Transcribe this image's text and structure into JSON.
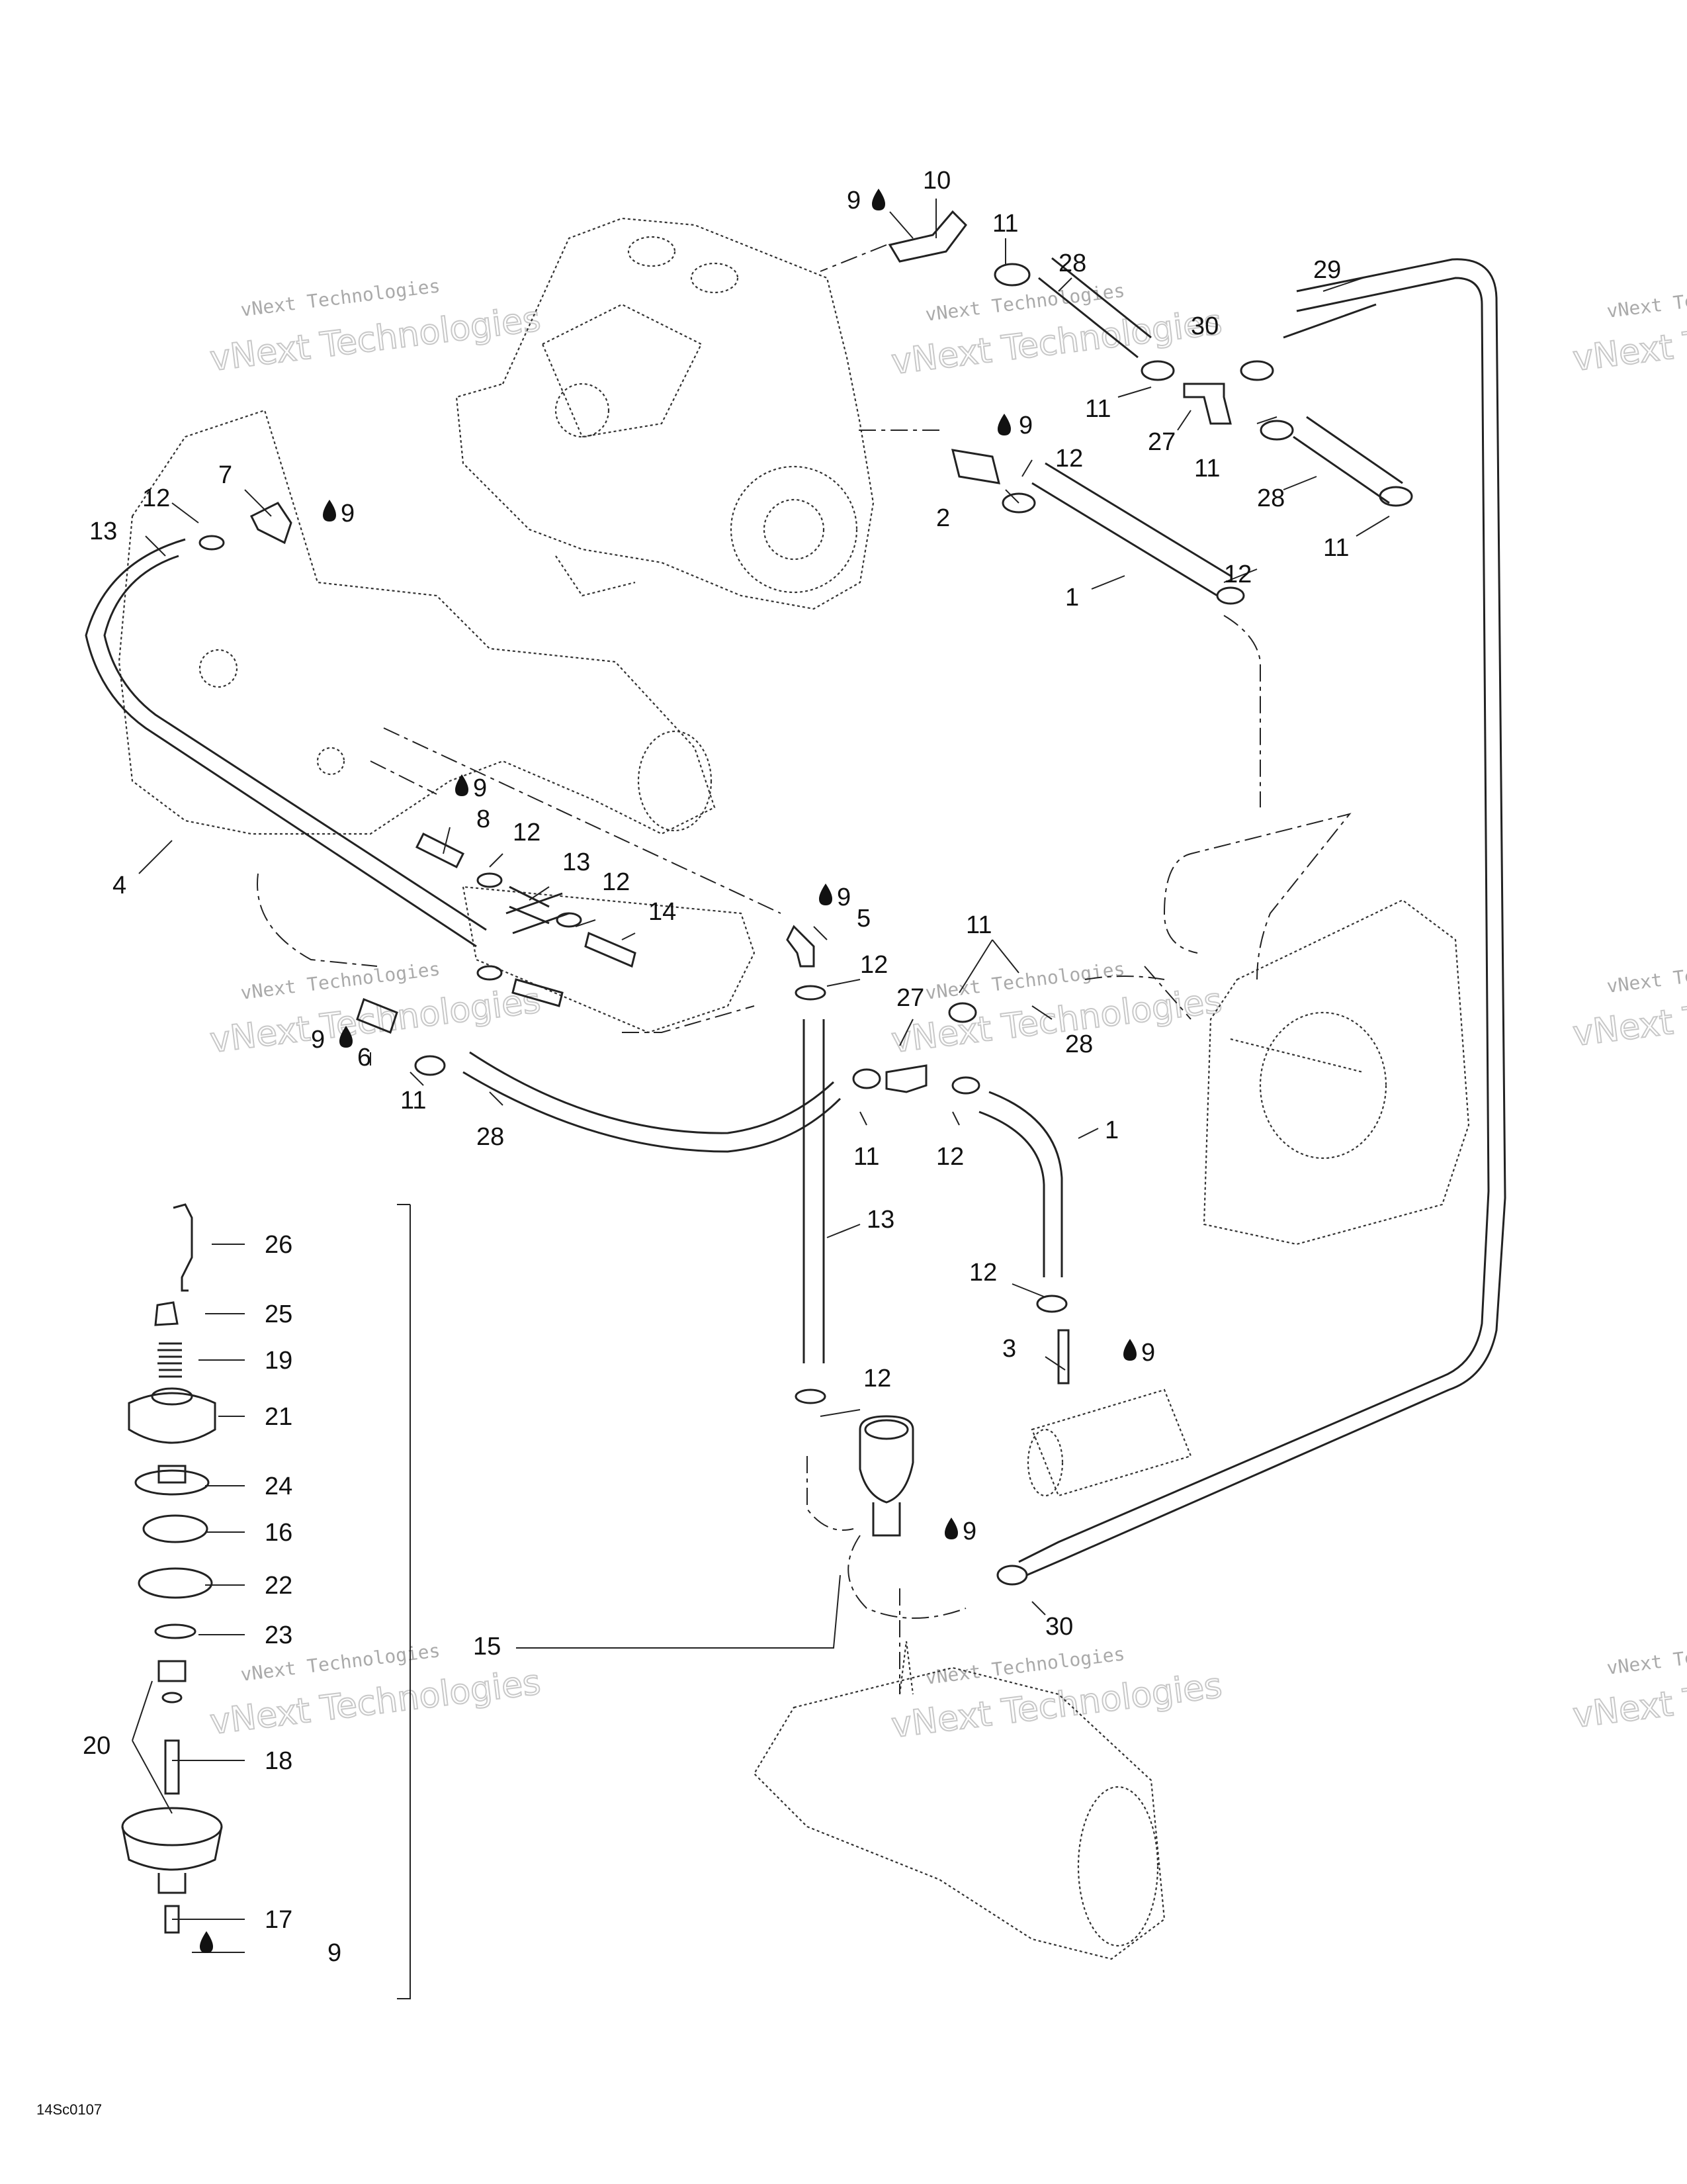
{
  "drawing_code": "14Sc0107",
  "watermark": {
    "line1": "vNext Technologies",
    "line2": "vNext Technologies"
  },
  "legend": {
    "drop_marker": "9"
  },
  "callouts": [
    {
      "id": "c-10",
      "text": "10"
    },
    {
      "id": "c-9-top",
      "text": "9"
    },
    {
      "id": "c-11-a",
      "text": "11"
    },
    {
      "id": "c-28-a",
      "text": "28"
    },
    {
      "id": "c-29",
      "text": "29"
    },
    {
      "id": "c-30-a",
      "text": "30"
    },
    {
      "id": "c-11-b",
      "text": "11"
    },
    {
      "id": "c-27-a",
      "text": "27"
    },
    {
      "id": "c-11-c",
      "text": "11"
    },
    {
      "id": "c-28-b",
      "text": "28"
    },
    {
      "id": "c-11-d",
      "text": "11"
    },
    {
      "id": "c-9-b",
      "text": "9"
    },
    {
      "id": "c-12-a",
      "text": "12"
    },
    {
      "id": "c-2",
      "text": "2"
    },
    {
      "id": "c-1-a",
      "text": "1"
    },
    {
      "id": "c-12-b",
      "text": "12"
    },
    {
      "id": "c-12-c",
      "text": "12"
    },
    {
      "id": "c-7",
      "text": "7"
    },
    {
      "id": "c-9-c",
      "text": "9"
    },
    {
      "id": "c-13-a",
      "text": "13"
    },
    {
      "id": "c-4",
      "text": "4"
    },
    {
      "id": "c-9-d",
      "text": "9"
    },
    {
      "id": "c-8",
      "text": "8"
    },
    {
      "id": "c-12-d",
      "text": "12"
    },
    {
      "id": "c-13-b",
      "text": "13"
    },
    {
      "id": "c-12-e",
      "text": "12"
    },
    {
      "id": "c-14",
      "text": "14"
    },
    {
      "id": "c-9-e",
      "text": "9"
    },
    {
      "id": "c-5",
      "text": "5"
    },
    {
      "id": "c-12-f",
      "text": "12"
    },
    {
      "id": "c-11-e",
      "text": "11"
    },
    {
      "id": "c-27-b",
      "text": "27"
    },
    {
      "id": "c-28-c",
      "text": "28"
    },
    {
      "id": "c-9-f",
      "text": "9"
    },
    {
      "id": "c-6",
      "text": "6"
    },
    {
      "id": "c-11-f",
      "text": "11"
    },
    {
      "id": "c-28-d",
      "text": "28"
    },
    {
      "id": "c-11-g",
      "text": "11"
    },
    {
      "id": "c-12-g",
      "text": "12"
    },
    {
      "id": "c-1-b",
      "text": "1"
    },
    {
      "id": "c-13-c",
      "text": "13"
    },
    {
      "id": "c-12-h",
      "text": "12"
    },
    {
      "id": "c-3",
      "text": "3"
    },
    {
      "id": "c-9-g",
      "text": "9"
    },
    {
      "id": "c-12-i",
      "text": "12"
    },
    {
      "id": "c-9-h",
      "text": "9"
    },
    {
      "id": "c-30-b",
      "text": "30"
    },
    {
      "id": "c-15",
      "text": "15"
    },
    {
      "id": "c-26",
      "text": "26"
    },
    {
      "id": "c-25",
      "text": "25"
    },
    {
      "id": "c-19",
      "text": "19"
    },
    {
      "id": "c-21",
      "text": "21"
    },
    {
      "id": "c-24",
      "text": "24"
    },
    {
      "id": "c-16",
      "text": "16"
    },
    {
      "id": "c-22",
      "text": "22"
    },
    {
      "id": "c-23",
      "text": "23"
    },
    {
      "id": "c-20",
      "text": "20"
    },
    {
      "id": "c-18",
      "text": "18"
    },
    {
      "id": "c-17",
      "text": "17"
    },
    {
      "id": "c-9-i",
      "text": "9"
    }
  ]
}
